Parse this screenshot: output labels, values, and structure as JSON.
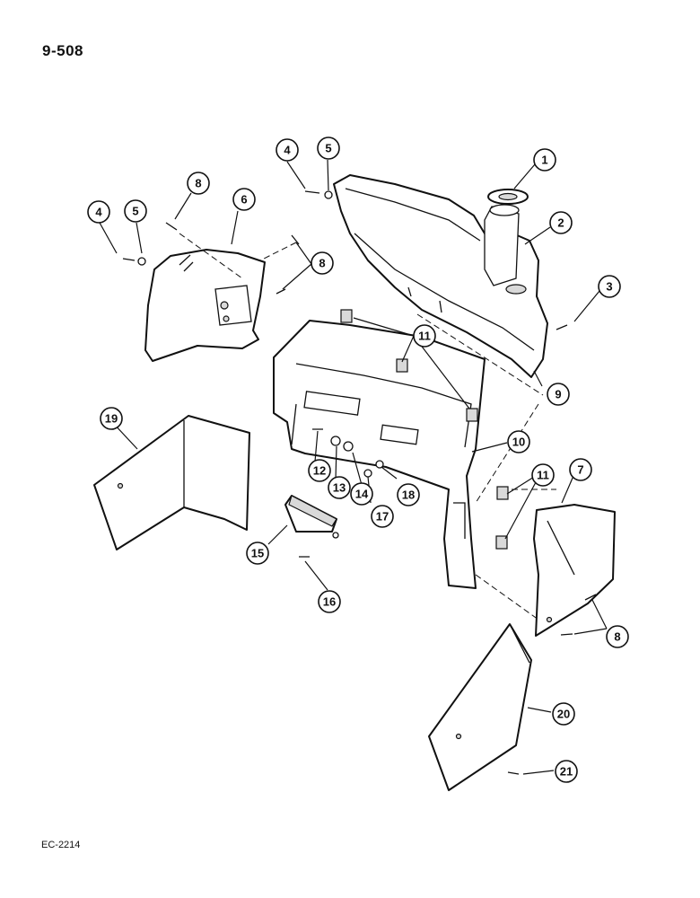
{
  "page_number": "9-508",
  "figure_code": "EC-2214",
  "callouts": [
    "1",
    "2",
    "3",
    "4",
    "5",
    "6",
    "7",
    "8",
    "9",
    "10",
    "11",
    "12",
    "13",
    "14",
    "15",
    "16",
    "17",
    "18",
    "19",
    "20",
    "21"
  ]
}
